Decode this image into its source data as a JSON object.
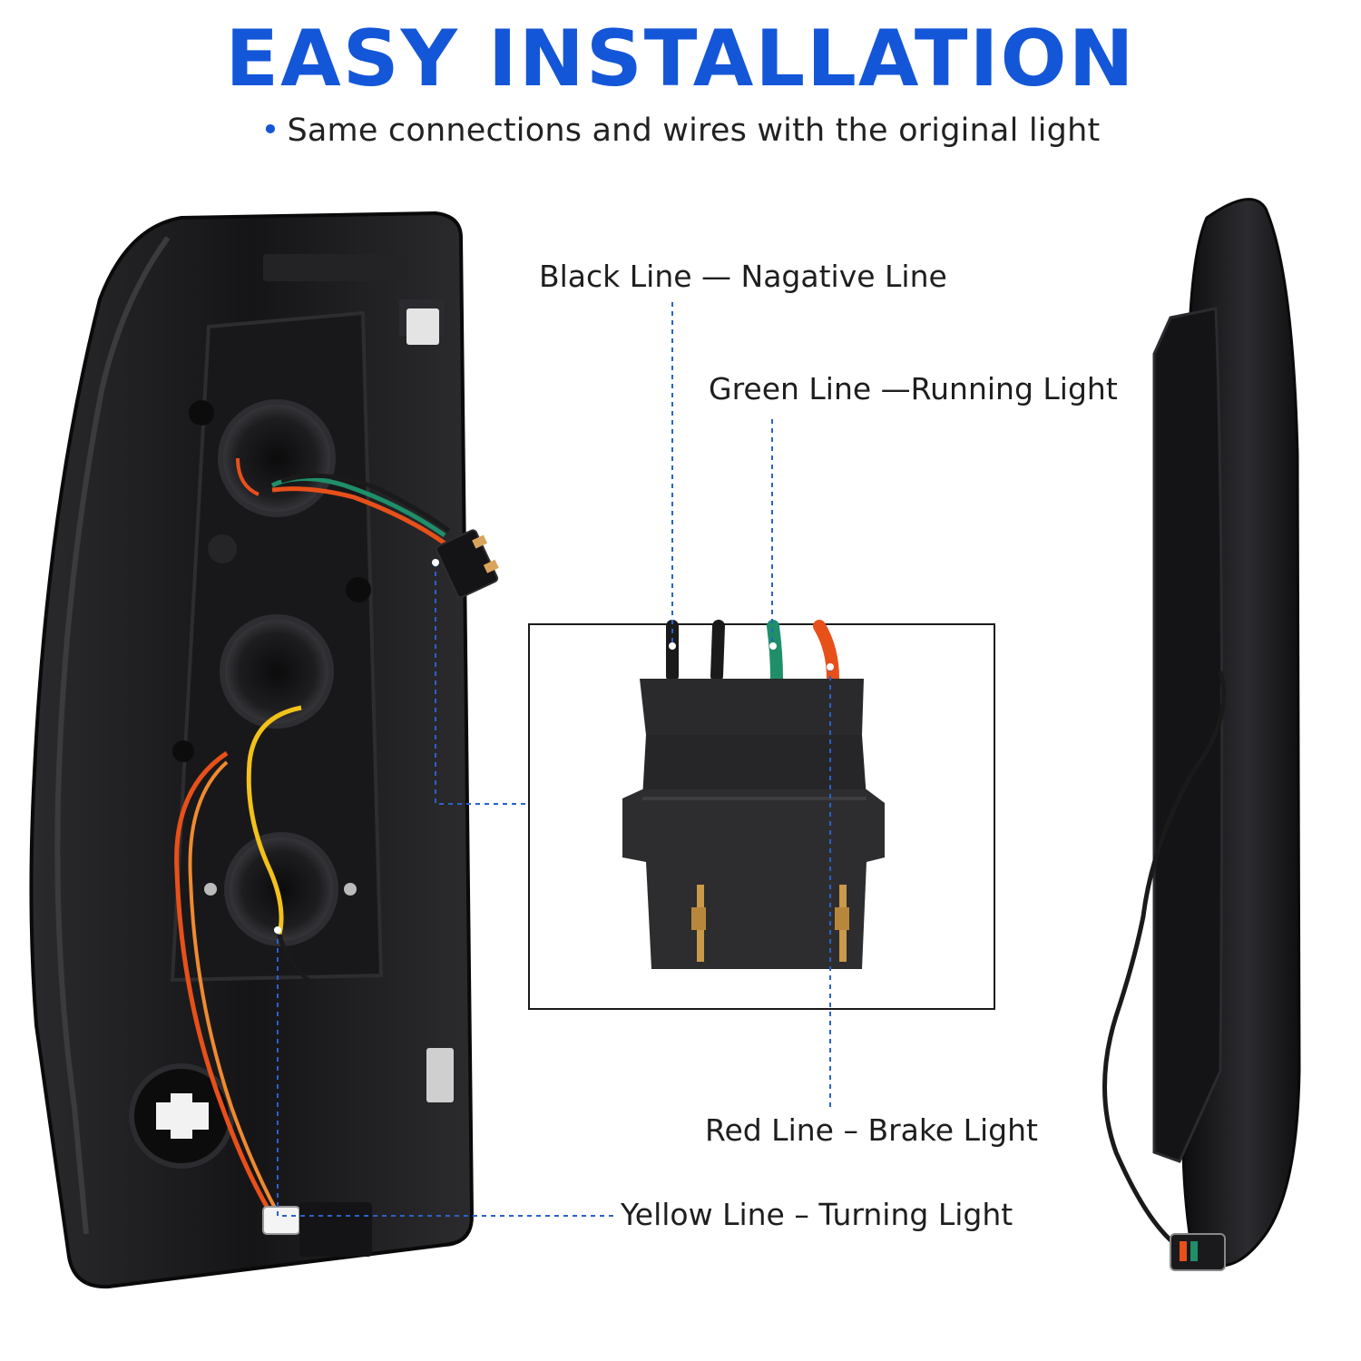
{
  "header": {
    "title": "EASY INSTALLATION",
    "bullet": "•",
    "subtitle": "Same connections and wires with the original light"
  },
  "callouts": {
    "black": "Black Line — Nagative Line",
    "green": "Green Line —Running Light",
    "red": "Red Line – Brake Light",
    "yellow": "Yellow Line – Turning Light"
  },
  "colors": {
    "accent": "#1456d8",
    "leader_line": "#2a62c8",
    "wire_black": "#1a1a1a",
    "wire_green": "#1f8f6a",
    "wire_red": "#e8501a",
    "wire_yellow": "#f2c21a",
    "housing": "#1c1c1e"
  },
  "images": {
    "left_photo": "tail-light-rear-housing",
    "inset_photo": "four-pin-connector-closeup",
    "right_photo": "tail-light-side-profile"
  }
}
